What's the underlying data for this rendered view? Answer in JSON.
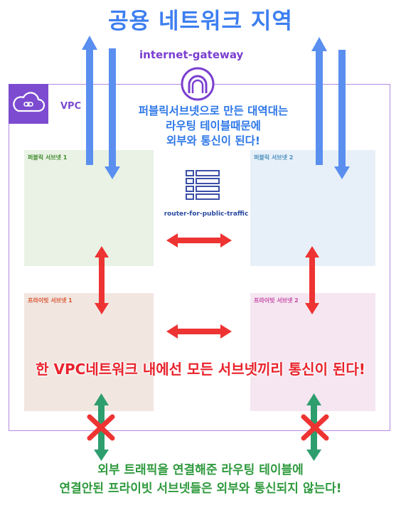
{
  "title": "공용 네트워크 지역",
  "gateway": {
    "label": "internet-gateway",
    "icon": "internet-gateway-icon"
  },
  "vpc": {
    "label": "VPC",
    "icon": "cloud-icon",
    "border_color": "#b48ae0",
    "icon_color": "#7c4bd0"
  },
  "subnets": {
    "public1": "퍼블릭 서브넷 1",
    "public2": "퍼블릭 서브넷 2",
    "private1": "프라이빗 서브넷 1",
    "private2": "프라이빗 서브넷 2"
  },
  "router": {
    "label": "router-for-public-traffic",
    "icon": "route-table-icon"
  },
  "notes": {
    "public_line1": "퍼블릭서브넷으로 만든 대역대는",
    "public_line2": "라우팅 테이블때문에",
    "public_line3": "외부와 통신이 된다!",
    "internal": "한 VPC네트워크 내에선 모든 서브넷끼리 통신이 된다!",
    "private_line1": "외부 트래픽을 연결해준 라우팅 테이블에",
    "private_line2": "연결안된 프라이빗 서브넷들은 외부와 통신되지 않는다!"
  },
  "colors": {
    "internet_arrow": "#5a8ff0",
    "internal_arrow": "#ee3333",
    "blocked_arrow": "#2e9e6e",
    "blocked_mark": "#ee3333"
  }
}
